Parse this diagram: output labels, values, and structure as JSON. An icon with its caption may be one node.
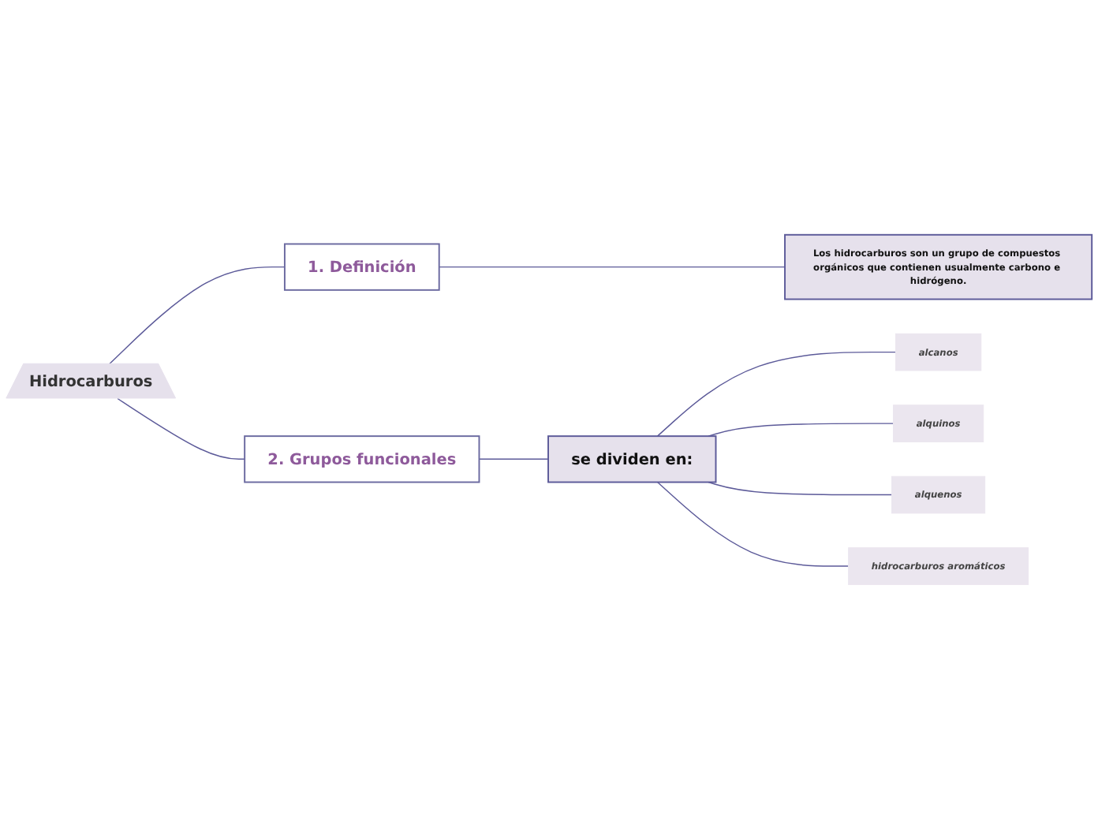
{
  "diagram": {
    "nodes": [
      {
        "text": [
          "Hidrocarburos"
        ]
      },
      {
        "text": [
          "1. Definición"
        ]
      },
      {
        "text": [
          "Los hidrocarburos son un grupo de compuestos orgánicos que contienen usualmente carbono e hidrógeno."
        ]
      },
      {
        "text": [
          "2. Grupos funcionales"
        ]
      },
      {
        "text": [
          "se dividen en:"
        ]
      },
      {
        "text": [
          "alcanos"
        ]
      },
      {
        "text": [
          "alquinos"
        ]
      },
      {
        "text": [
          "alquenos"
        ]
      },
      {
        "text": [
          "hidrocarburos aromáticos"
        ]
      }
    ],
    "edges": [
      {
        "from": 0,
        "to": 1,
        "arrow": "none"
      },
      {
        "from": 1,
        "to": 2,
        "arrow": "none"
      },
      {
        "from": 0,
        "to": 3,
        "arrow": "none"
      },
      {
        "from": 3,
        "to": 4,
        "arrow": "none"
      },
      {
        "from": 4,
        "to": 5,
        "arrow": "none"
      },
      {
        "from": 4,
        "to": 6,
        "arrow": "none"
      },
      {
        "from": 4,
        "to": 7,
        "arrow": "none"
      },
      {
        "from": 4,
        "to": 8,
        "arrow": "none"
      }
    ]
  }
}
